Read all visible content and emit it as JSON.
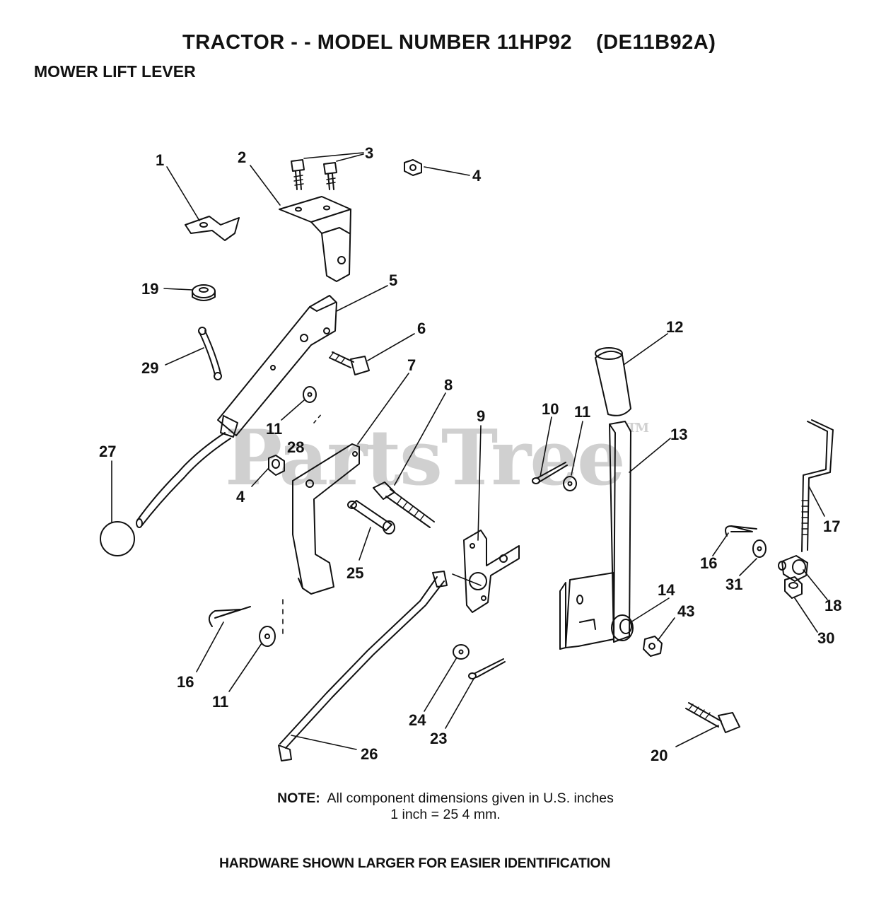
{
  "header": {
    "title": "TRACTOR - - MODEL NUMBER 11HP92",
    "model_code": "(DE11B92A)",
    "section": "MOWER LIFT LEVER"
  },
  "watermark": {
    "text": "PartsTree",
    "tm": "TM"
  },
  "callouts": [
    "1",
    "2",
    "3",
    "4",
    "19",
    "5",
    "6",
    "12",
    "29",
    "7",
    "8",
    "10",
    "11",
    "9",
    "13",
    "11",
    "28",
    "27",
    "4",
    "17",
    "16",
    "31",
    "25",
    "14",
    "43",
    "18",
    "30",
    "16",
    "11",
    "24",
    "23",
    "26",
    "20"
  ],
  "note": {
    "label": "NOTE:",
    "line1": "All component dimensions given in U.S. inches",
    "line2": "1 inch = 25 4 mm."
  },
  "footer": "HARDWARE SHOWN LARGER FOR EASIER IDENTIFICATION"
}
